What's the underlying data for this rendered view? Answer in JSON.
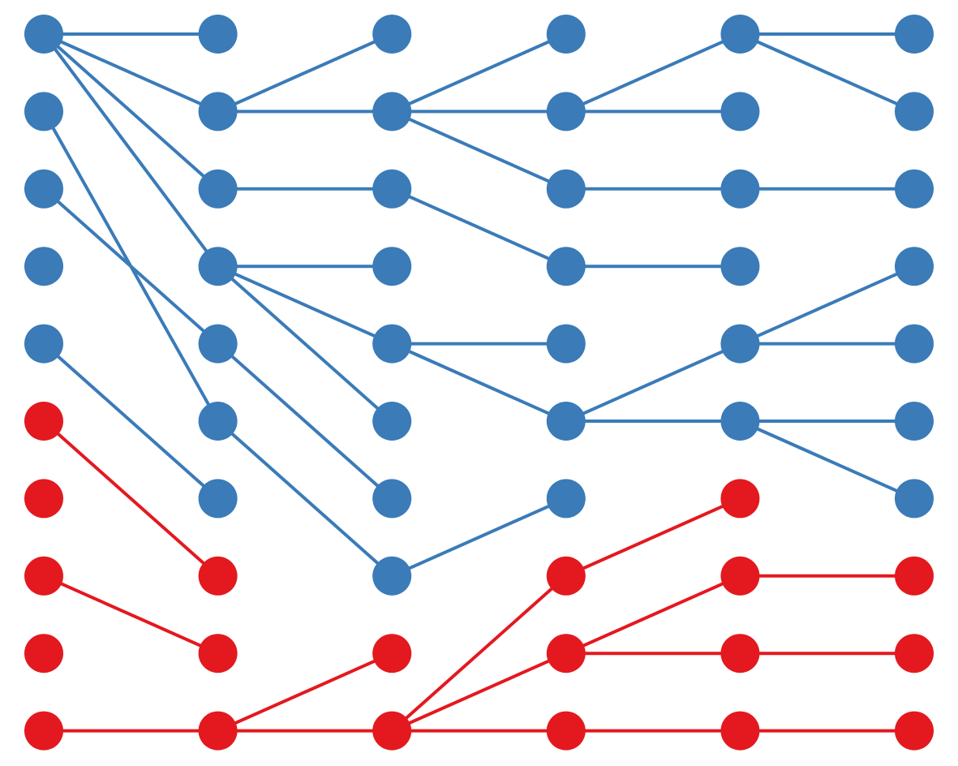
{
  "colors": {
    "blue": "#3a7bb8",
    "red": "#e3191f",
    "background": "#ffffff"
  },
  "grid": {
    "columns": 6,
    "rows": 10
  },
  "nodes": [
    {
      "c": 0,
      "r": 0,
      "color": "blue"
    },
    {
      "c": 0,
      "r": 1,
      "color": "blue"
    },
    {
      "c": 0,
      "r": 2,
      "color": "blue"
    },
    {
      "c": 0,
      "r": 3,
      "color": "blue"
    },
    {
      "c": 0,
      "r": 4,
      "color": "blue"
    },
    {
      "c": 0,
      "r": 5,
      "color": "red"
    },
    {
      "c": 0,
      "r": 6,
      "color": "red"
    },
    {
      "c": 0,
      "r": 7,
      "color": "red"
    },
    {
      "c": 0,
      "r": 8,
      "color": "red"
    },
    {
      "c": 0,
      "r": 9,
      "color": "red"
    },
    {
      "c": 1,
      "r": 0,
      "color": "blue"
    },
    {
      "c": 1,
      "r": 1,
      "color": "blue"
    },
    {
      "c": 1,
      "r": 2,
      "color": "blue"
    },
    {
      "c": 1,
      "r": 3,
      "color": "blue"
    },
    {
      "c": 1,
      "r": 4,
      "color": "blue"
    },
    {
      "c": 1,
      "r": 5,
      "color": "blue"
    },
    {
      "c": 1,
      "r": 6,
      "color": "blue"
    },
    {
      "c": 1,
      "r": 7,
      "color": "red"
    },
    {
      "c": 1,
      "r": 8,
      "color": "red"
    },
    {
      "c": 1,
      "r": 9,
      "color": "red"
    },
    {
      "c": 2,
      "r": 0,
      "color": "blue"
    },
    {
      "c": 2,
      "r": 1,
      "color": "blue"
    },
    {
      "c": 2,
      "r": 2,
      "color": "blue"
    },
    {
      "c": 2,
      "r": 3,
      "color": "blue"
    },
    {
      "c": 2,
      "r": 4,
      "color": "blue"
    },
    {
      "c": 2,
      "r": 5,
      "color": "blue"
    },
    {
      "c": 2,
      "r": 6,
      "color": "blue"
    },
    {
      "c": 2,
      "r": 7,
      "color": "blue"
    },
    {
      "c": 2,
      "r": 8,
      "color": "red"
    },
    {
      "c": 2,
      "r": 9,
      "color": "red"
    },
    {
      "c": 3,
      "r": 0,
      "color": "blue"
    },
    {
      "c": 3,
      "r": 1,
      "color": "blue"
    },
    {
      "c": 3,
      "r": 2,
      "color": "blue"
    },
    {
      "c": 3,
      "r": 3,
      "color": "blue"
    },
    {
      "c": 3,
      "r": 4,
      "color": "blue"
    },
    {
      "c": 3,
      "r": 5,
      "color": "blue"
    },
    {
      "c": 3,
      "r": 6,
      "color": "blue"
    },
    {
      "c": 3,
      "r": 7,
      "color": "red"
    },
    {
      "c": 3,
      "r": 8,
      "color": "red"
    },
    {
      "c": 3,
      "r": 9,
      "color": "red"
    },
    {
      "c": 4,
      "r": 0,
      "color": "blue"
    },
    {
      "c": 4,
      "r": 1,
      "color": "blue"
    },
    {
      "c": 4,
      "r": 2,
      "color": "blue"
    },
    {
      "c": 4,
      "r": 3,
      "color": "blue"
    },
    {
      "c": 4,
      "r": 4,
      "color": "blue"
    },
    {
      "c": 4,
      "r": 5,
      "color": "blue"
    },
    {
      "c": 4,
      "r": 6,
      "color": "red"
    },
    {
      "c": 4,
      "r": 7,
      "color": "red"
    },
    {
      "c": 4,
      "r": 8,
      "color": "red"
    },
    {
      "c": 4,
      "r": 9,
      "color": "red"
    },
    {
      "c": 5,
      "r": 0,
      "color": "blue"
    },
    {
      "c": 5,
      "r": 1,
      "color": "blue"
    },
    {
      "c": 5,
      "r": 2,
      "color": "blue"
    },
    {
      "c": 5,
      "r": 3,
      "color": "blue"
    },
    {
      "c": 5,
      "r": 4,
      "color": "blue"
    },
    {
      "c": 5,
      "r": 5,
      "color": "blue"
    },
    {
      "c": 5,
      "r": 6,
      "color": "blue"
    },
    {
      "c": 5,
      "r": 7,
      "color": "red"
    },
    {
      "c": 5,
      "r": 8,
      "color": "red"
    },
    {
      "c": 5,
      "r": 9,
      "color": "red"
    }
  ],
  "edges": [
    {
      "from": [
        0,
        0
      ],
      "to": [
        1,
        0
      ],
      "color": "blue"
    },
    {
      "from": [
        0,
        0
      ],
      "to": [
        1,
        1
      ],
      "color": "blue"
    },
    {
      "from": [
        0,
        0
      ],
      "to": [
        1,
        2
      ],
      "color": "blue"
    },
    {
      "from": [
        0,
        0
      ],
      "to": [
        1,
        3
      ],
      "color": "blue"
    },
    {
      "from": [
        0,
        1
      ],
      "to": [
        1,
        5
      ],
      "color": "blue"
    },
    {
      "from": [
        0,
        2
      ],
      "to": [
        1,
        4
      ],
      "color": "blue"
    },
    {
      "from": [
        0,
        4
      ],
      "to": [
        1,
        6
      ],
      "color": "blue"
    },
    {
      "from": [
        0,
        5
      ],
      "to": [
        1,
        7
      ],
      "color": "red"
    },
    {
      "from": [
        0,
        7
      ],
      "to": [
        1,
        8
      ],
      "color": "red"
    },
    {
      "from": [
        0,
        9
      ],
      "to": [
        1,
        9
      ],
      "color": "red"
    },
    {
      "from": [
        1,
        1
      ],
      "to": [
        2,
        0
      ],
      "color": "blue"
    },
    {
      "from": [
        1,
        1
      ],
      "to": [
        2,
        1
      ],
      "color": "blue"
    },
    {
      "from": [
        1,
        2
      ],
      "to": [
        2,
        2
      ],
      "color": "blue"
    },
    {
      "from": [
        1,
        3
      ],
      "to": [
        2,
        3
      ],
      "color": "blue"
    },
    {
      "from": [
        1,
        3
      ],
      "to": [
        2,
        4
      ],
      "color": "blue"
    },
    {
      "from": [
        1,
        3
      ],
      "to": [
        2,
        5
      ],
      "color": "blue"
    },
    {
      "from": [
        1,
        4
      ],
      "to": [
        2,
        6
      ],
      "color": "blue"
    },
    {
      "from": [
        1,
        5
      ],
      "to": [
        2,
        7
      ],
      "color": "blue"
    },
    {
      "from": [
        1,
        9
      ],
      "to": [
        2,
        8
      ],
      "color": "red"
    },
    {
      "from": [
        1,
        9
      ],
      "to": [
        2,
        9
      ],
      "color": "red"
    },
    {
      "from": [
        2,
        1
      ],
      "to": [
        3,
        0
      ],
      "color": "blue"
    },
    {
      "from": [
        2,
        1
      ],
      "to": [
        3,
        1
      ],
      "color": "blue"
    },
    {
      "from": [
        2,
        1
      ],
      "to": [
        3,
        2
      ],
      "color": "blue"
    },
    {
      "from": [
        2,
        2
      ],
      "to": [
        3,
        3
      ],
      "color": "blue"
    },
    {
      "from": [
        2,
        4
      ],
      "to": [
        3,
        4
      ],
      "color": "blue"
    },
    {
      "from": [
        2,
        4
      ],
      "to": [
        3,
        5
      ],
      "color": "blue"
    },
    {
      "from": [
        2,
        7
      ],
      "to": [
        3,
        6
      ],
      "color": "blue"
    },
    {
      "from": [
        2,
        9
      ],
      "to": [
        3,
        7
      ],
      "color": "red"
    },
    {
      "from": [
        2,
        9
      ],
      "to": [
        3,
        8
      ],
      "color": "red"
    },
    {
      "from": [
        2,
        9
      ],
      "to": [
        3,
        9
      ],
      "color": "red"
    },
    {
      "from": [
        3,
        1
      ],
      "to": [
        4,
        0
      ],
      "color": "blue"
    },
    {
      "from": [
        3,
        1
      ],
      "to": [
        4,
        1
      ],
      "color": "blue"
    },
    {
      "from": [
        3,
        2
      ],
      "to": [
        4,
        2
      ],
      "color": "blue"
    },
    {
      "from": [
        3,
        3
      ],
      "to": [
        4,
        3
      ],
      "color": "blue"
    },
    {
      "from": [
        3,
        5
      ],
      "to": [
        4,
        4
      ],
      "color": "blue"
    },
    {
      "from": [
        3,
        5
      ],
      "to": [
        4,
        5
      ],
      "color": "blue"
    },
    {
      "from": [
        3,
        7
      ],
      "to": [
        4,
        6
      ],
      "color": "red"
    },
    {
      "from": [
        3,
        8
      ],
      "to": [
        4,
        7
      ],
      "color": "red"
    },
    {
      "from": [
        3,
        8
      ],
      "to": [
        4,
        8
      ],
      "color": "red"
    },
    {
      "from": [
        3,
        9
      ],
      "to": [
        4,
        9
      ],
      "color": "red"
    },
    {
      "from": [
        4,
        0
      ],
      "to": [
        5,
        0
      ],
      "color": "blue"
    },
    {
      "from": [
        4,
        0
      ],
      "to": [
        5,
        1
      ],
      "color": "blue"
    },
    {
      "from": [
        4,
        2
      ],
      "to": [
        5,
        2
      ],
      "color": "blue"
    },
    {
      "from": [
        4,
        4
      ],
      "to": [
        5,
        3
      ],
      "color": "blue"
    },
    {
      "from": [
        4,
        4
      ],
      "to": [
        5,
        4
      ],
      "color": "blue"
    },
    {
      "from": [
        4,
        5
      ],
      "to": [
        5,
        5
      ],
      "color": "blue"
    },
    {
      "from": [
        4,
        5
      ],
      "to": [
        5,
        6
      ],
      "color": "blue"
    },
    {
      "from": [
        4,
        7
      ],
      "to": [
        5,
        7
      ],
      "color": "red"
    },
    {
      "from": [
        4,
        8
      ],
      "to": [
        5,
        8
      ],
      "color": "red"
    },
    {
      "from": [
        4,
        9
      ],
      "to": [
        5,
        9
      ],
      "color": "red"
    }
  ]
}
